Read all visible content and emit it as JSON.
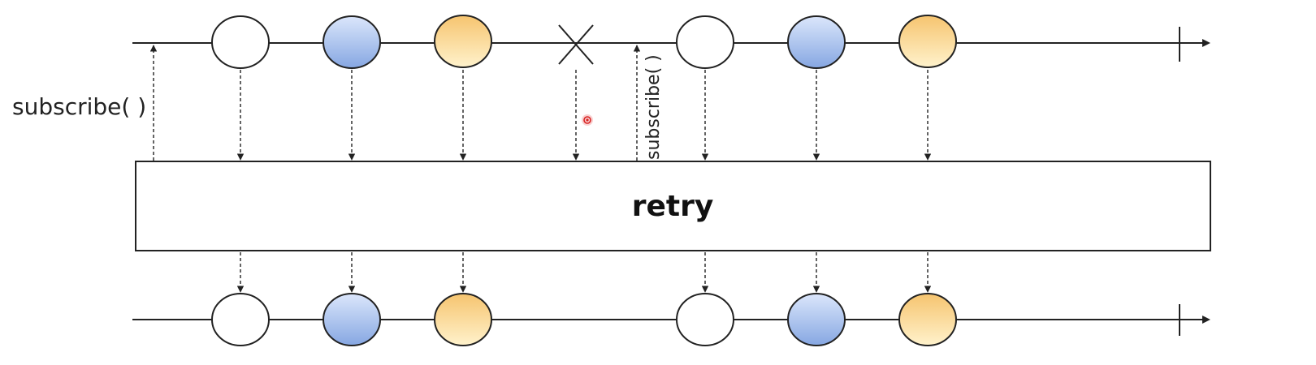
{
  "operator": {
    "label": "retry"
  },
  "labels": {
    "initial_subscribe": "subscribe( )",
    "resubscribe": "subscribe( )"
  },
  "colors": {
    "white_fill": "#ffffff",
    "blue_light": "#dbe6fb",
    "blue_dark": "#86a7e2",
    "orange_light": "#fff2cc",
    "orange_dark": "#f6c46f",
    "line": "#222222",
    "cursor": "#d82222"
  },
  "source_timeline": {
    "events": [
      {
        "kind": "item",
        "color": "white"
      },
      {
        "kind": "item",
        "color": "blue"
      },
      {
        "kind": "item",
        "color": "orange"
      },
      {
        "kind": "error"
      },
      {
        "kind": "item",
        "color": "white"
      },
      {
        "kind": "item",
        "color": "blue"
      },
      {
        "kind": "item",
        "color": "orange"
      },
      {
        "kind": "complete"
      }
    ]
  },
  "output_timeline": {
    "events": [
      {
        "kind": "item",
        "color": "white"
      },
      {
        "kind": "item",
        "color": "blue"
      },
      {
        "kind": "item",
        "color": "orange"
      },
      {
        "kind": "item",
        "color": "white"
      },
      {
        "kind": "item",
        "color": "blue"
      },
      {
        "kind": "item",
        "color": "orange"
      },
      {
        "kind": "complete"
      }
    ]
  }
}
